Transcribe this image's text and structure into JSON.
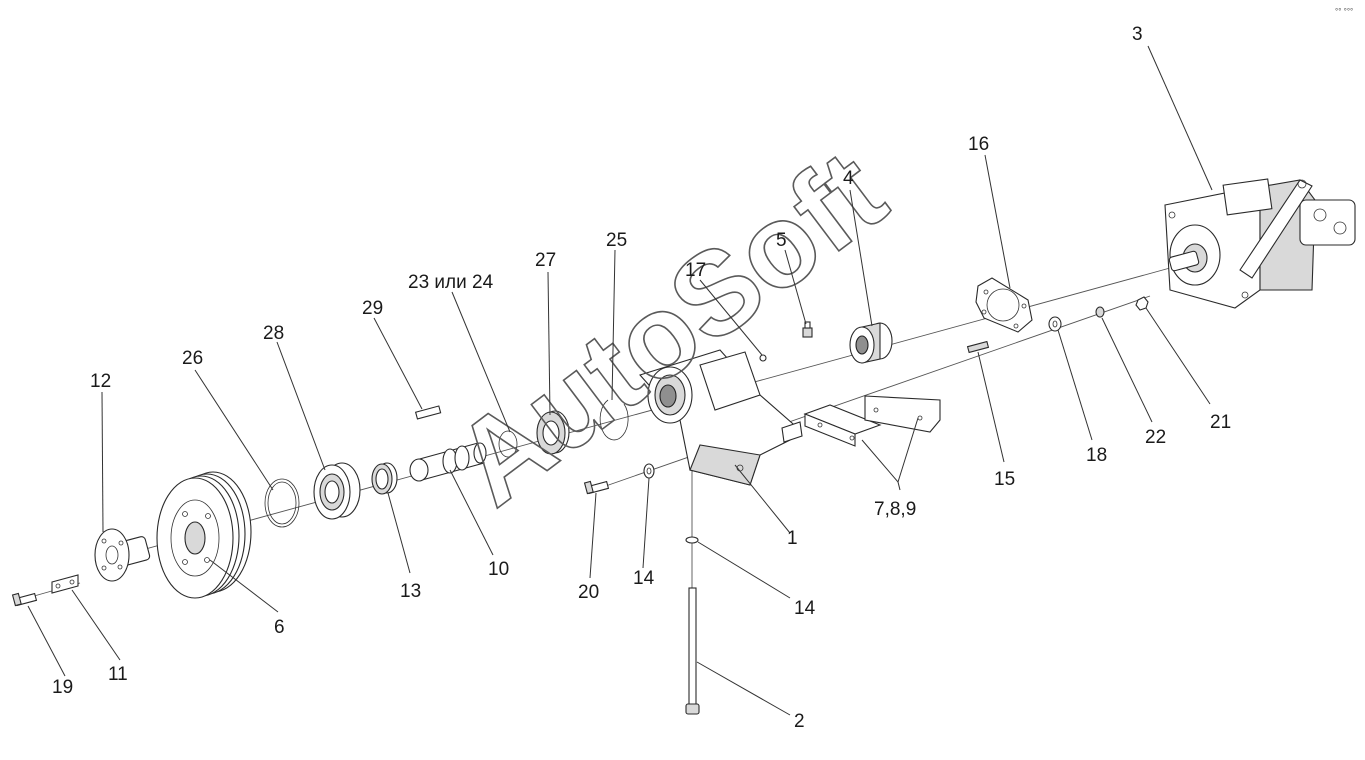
{
  "watermark": "AutoSoft",
  "corner_mark": "°° °°°",
  "callouts": {
    "c1": "1",
    "c2": "2",
    "c3": "3",
    "c4": "4",
    "c5": "5",
    "c6": "6",
    "c7": "7,8,9",
    "c10": "10",
    "c11": "11",
    "c12": "12",
    "c13": "13",
    "c14a": "14",
    "c14b": "14",
    "c15": "15",
    "c16": "16",
    "c17": "17",
    "c18": "18",
    "c19": "19",
    "c20": "20",
    "c21": "21",
    "c22": "22",
    "c23": "23 или 24",
    "c25": "25",
    "c26": "26",
    "c27": "27",
    "c28": "28",
    "c29": "29"
  }
}
